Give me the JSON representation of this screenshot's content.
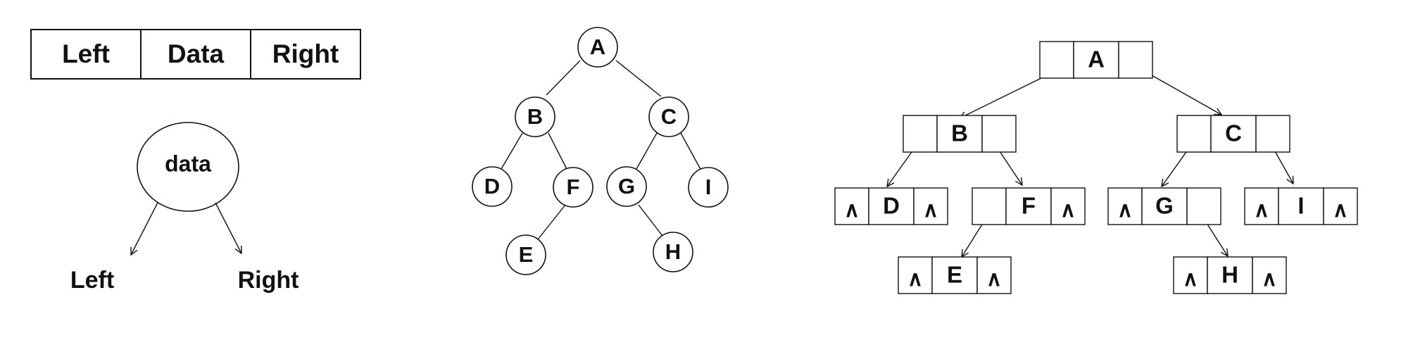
{
  "colors": {
    "ink": "#111111",
    "background": "#ffffff"
  },
  "node_format": {
    "fields": [
      "Left",
      "Data",
      "Right"
    ],
    "circle_label": "data",
    "left_label": "Left",
    "right_label": "Right"
  },
  "tree": {
    "nodes": [
      "A",
      "B",
      "C",
      "D",
      "F",
      "G",
      "I",
      "E",
      "H"
    ],
    "edges": [
      [
        "A",
        "B"
      ],
      [
        "A",
        "C"
      ],
      [
        "B",
        "D"
      ],
      [
        "B",
        "F"
      ],
      [
        "F",
        "E"
      ],
      [
        "C",
        "G"
      ],
      [
        "C",
        "I"
      ],
      [
        "G",
        "H"
      ]
    ]
  },
  "linked_tree": {
    "null_symbol": "∧",
    "nodes": [
      {
        "id": "A",
        "left": "",
        "right": ""
      },
      {
        "id": "B",
        "left": "",
        "right": ""
      },
      {
        "id": "C",
        "left": "",
        "right": ""
      },
      {
        "id": "D",
        "left": "∧",
        "right": "∧"
      },
      {
        "id": "F",
        "left": "",
        "right": "∧"
      },
      {
        "id": "G",
        "left": "∧",
        "right": ""
      },
      {
        "id": "I",
        "left": "∧",
        "right": "∧"
      },
      {
        "id": "E",
        "left": "∧",
        "right": "∧"
      },
      {
        "id": "H",
        "left": "∧",
        "right": "∧"
      }
    ]
  }
}
